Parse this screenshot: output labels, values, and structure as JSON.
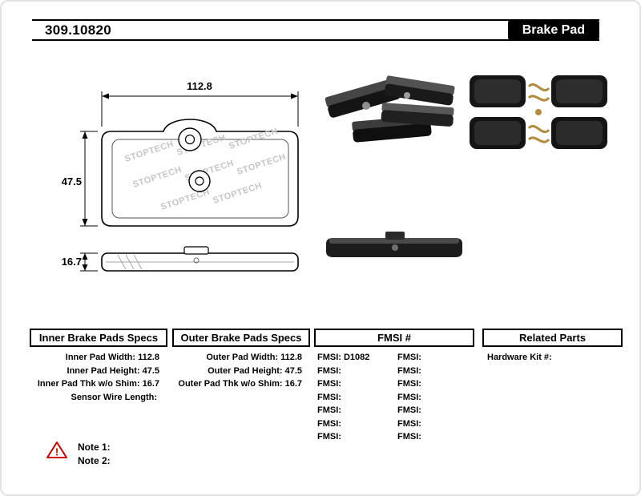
{
  "header": {
    "part_number": "309.10820",
    "title": "Brake Pad"
  },
  "colors": {
    "warning": "#cc0000"
  },
  "drawing": {
    "width_dim": "112.8",
    "height_dim": "47.5",
    "thickness_dim": "16.7",
    "watermark": "STOPTECH"
  },
  "specs": {
    "inner": {
      "title": "Inner Brake Pads Specs",
      "rows": [
        {
          "label": "Inner Pad Width:",
          "value": "112.8"
        },
        {
          "label": "Inner Pad Height:",
          "value": "47.5"
        },
        {
          "label": "Inner Pad Thk w/o Shim:",
          "value": "16.7"
        },
        {
          "label": "Sensor Wire Length:",
          "value": ""
        }
      ]
    },
    "outer": {
      "title": "Outer Brake Pads Specs",
      "rows": [
        {
          "label": "Outer Pad Width:",
          "value": "112.8"
        },
        {
          "label": "Outer Pad Height:",
          "value": "47.5"
        },
        {
          "label": "Outer Pad Thk w/o Shim:",
          "value": "16.7"
        }
      ]
    },
    "fmsi": {
      "title": "FMSI #",
      "left_rows": [
        {
          "label": "FMSI:",
          "value": "D1082"
        },
        {
          "label": "FMSI:",
          "value": ""
        },
        {
          "label": "FMSI:",
          "value": ""
        },
        {
          "label": "FMSI:",
          "value": ""
        },
        {
          "label": "FMSI:",
          "value": ""
        },
        {
          "label": "FMSI:",
          "value": ""
        },
        {
          "label": "FMSI:",
          "value": ""
        }
      ],
      "right_rows": [
        {
          "label": "FMSI:",
          "value": ""
        },
        {
          "label": "FMSI:",
          "value": ""
        },
        {
          "label": "FMSI:",
          "value": ""
        },
        {
          "label": "FMSI:",
          "value": ""
        },
        {
          "label": "FMSI:",
          "value": ""
        },
        {
          "label": "FMSI:",
          "value": ""
        },
        {
          "label": "FMSI:",
          "value": ""
        }
      ]
    },
    "related": {
      "title": "Related Parts",
      "rows": [
        {
          "label": "Hardware Kit #:",
          "value": ""
        }
      ]
    }
  },
  "notes": {
    "warning_glyph": "!",
    "note1": "Note 1:",
    "note2": "Note 2:"
  }
}
